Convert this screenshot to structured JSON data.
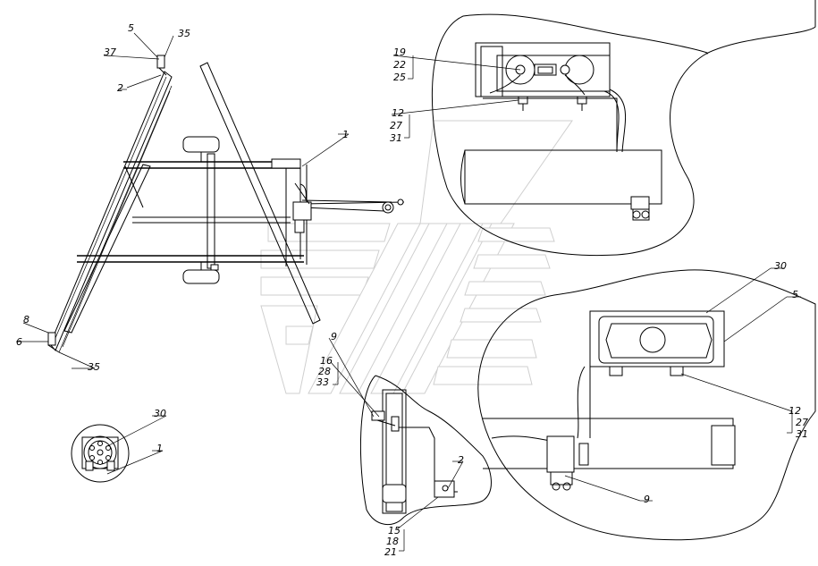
{
  "labels": {
    "p5": "5",
    "p35a": "35",
    "p37": "37",
    "p2a": "2",
    "p1a": "1",
    "p8": "8",
    "p6": "6",
    "p35b": "35",
    "p30a": "30",
    "p1b": "1",
    "p19": "19",
    "p22": "22",
    "p25": "25",
    "p12a": "12",
    "p27a": "27",
    "p31a": "31",
    "p9a": "9",
    "p16": "16",
    "p28": "28",
    "p33": "33",
    "p2b": "2",
    "p15": "15",
    "p18": "18",
    "p21": "21",
    "p30b": "30",
    "p5b": "5",
    "p12b": "12",
    "p27b": "27",
    "p31b": "31",
    "p9b": "9"
  }
}
